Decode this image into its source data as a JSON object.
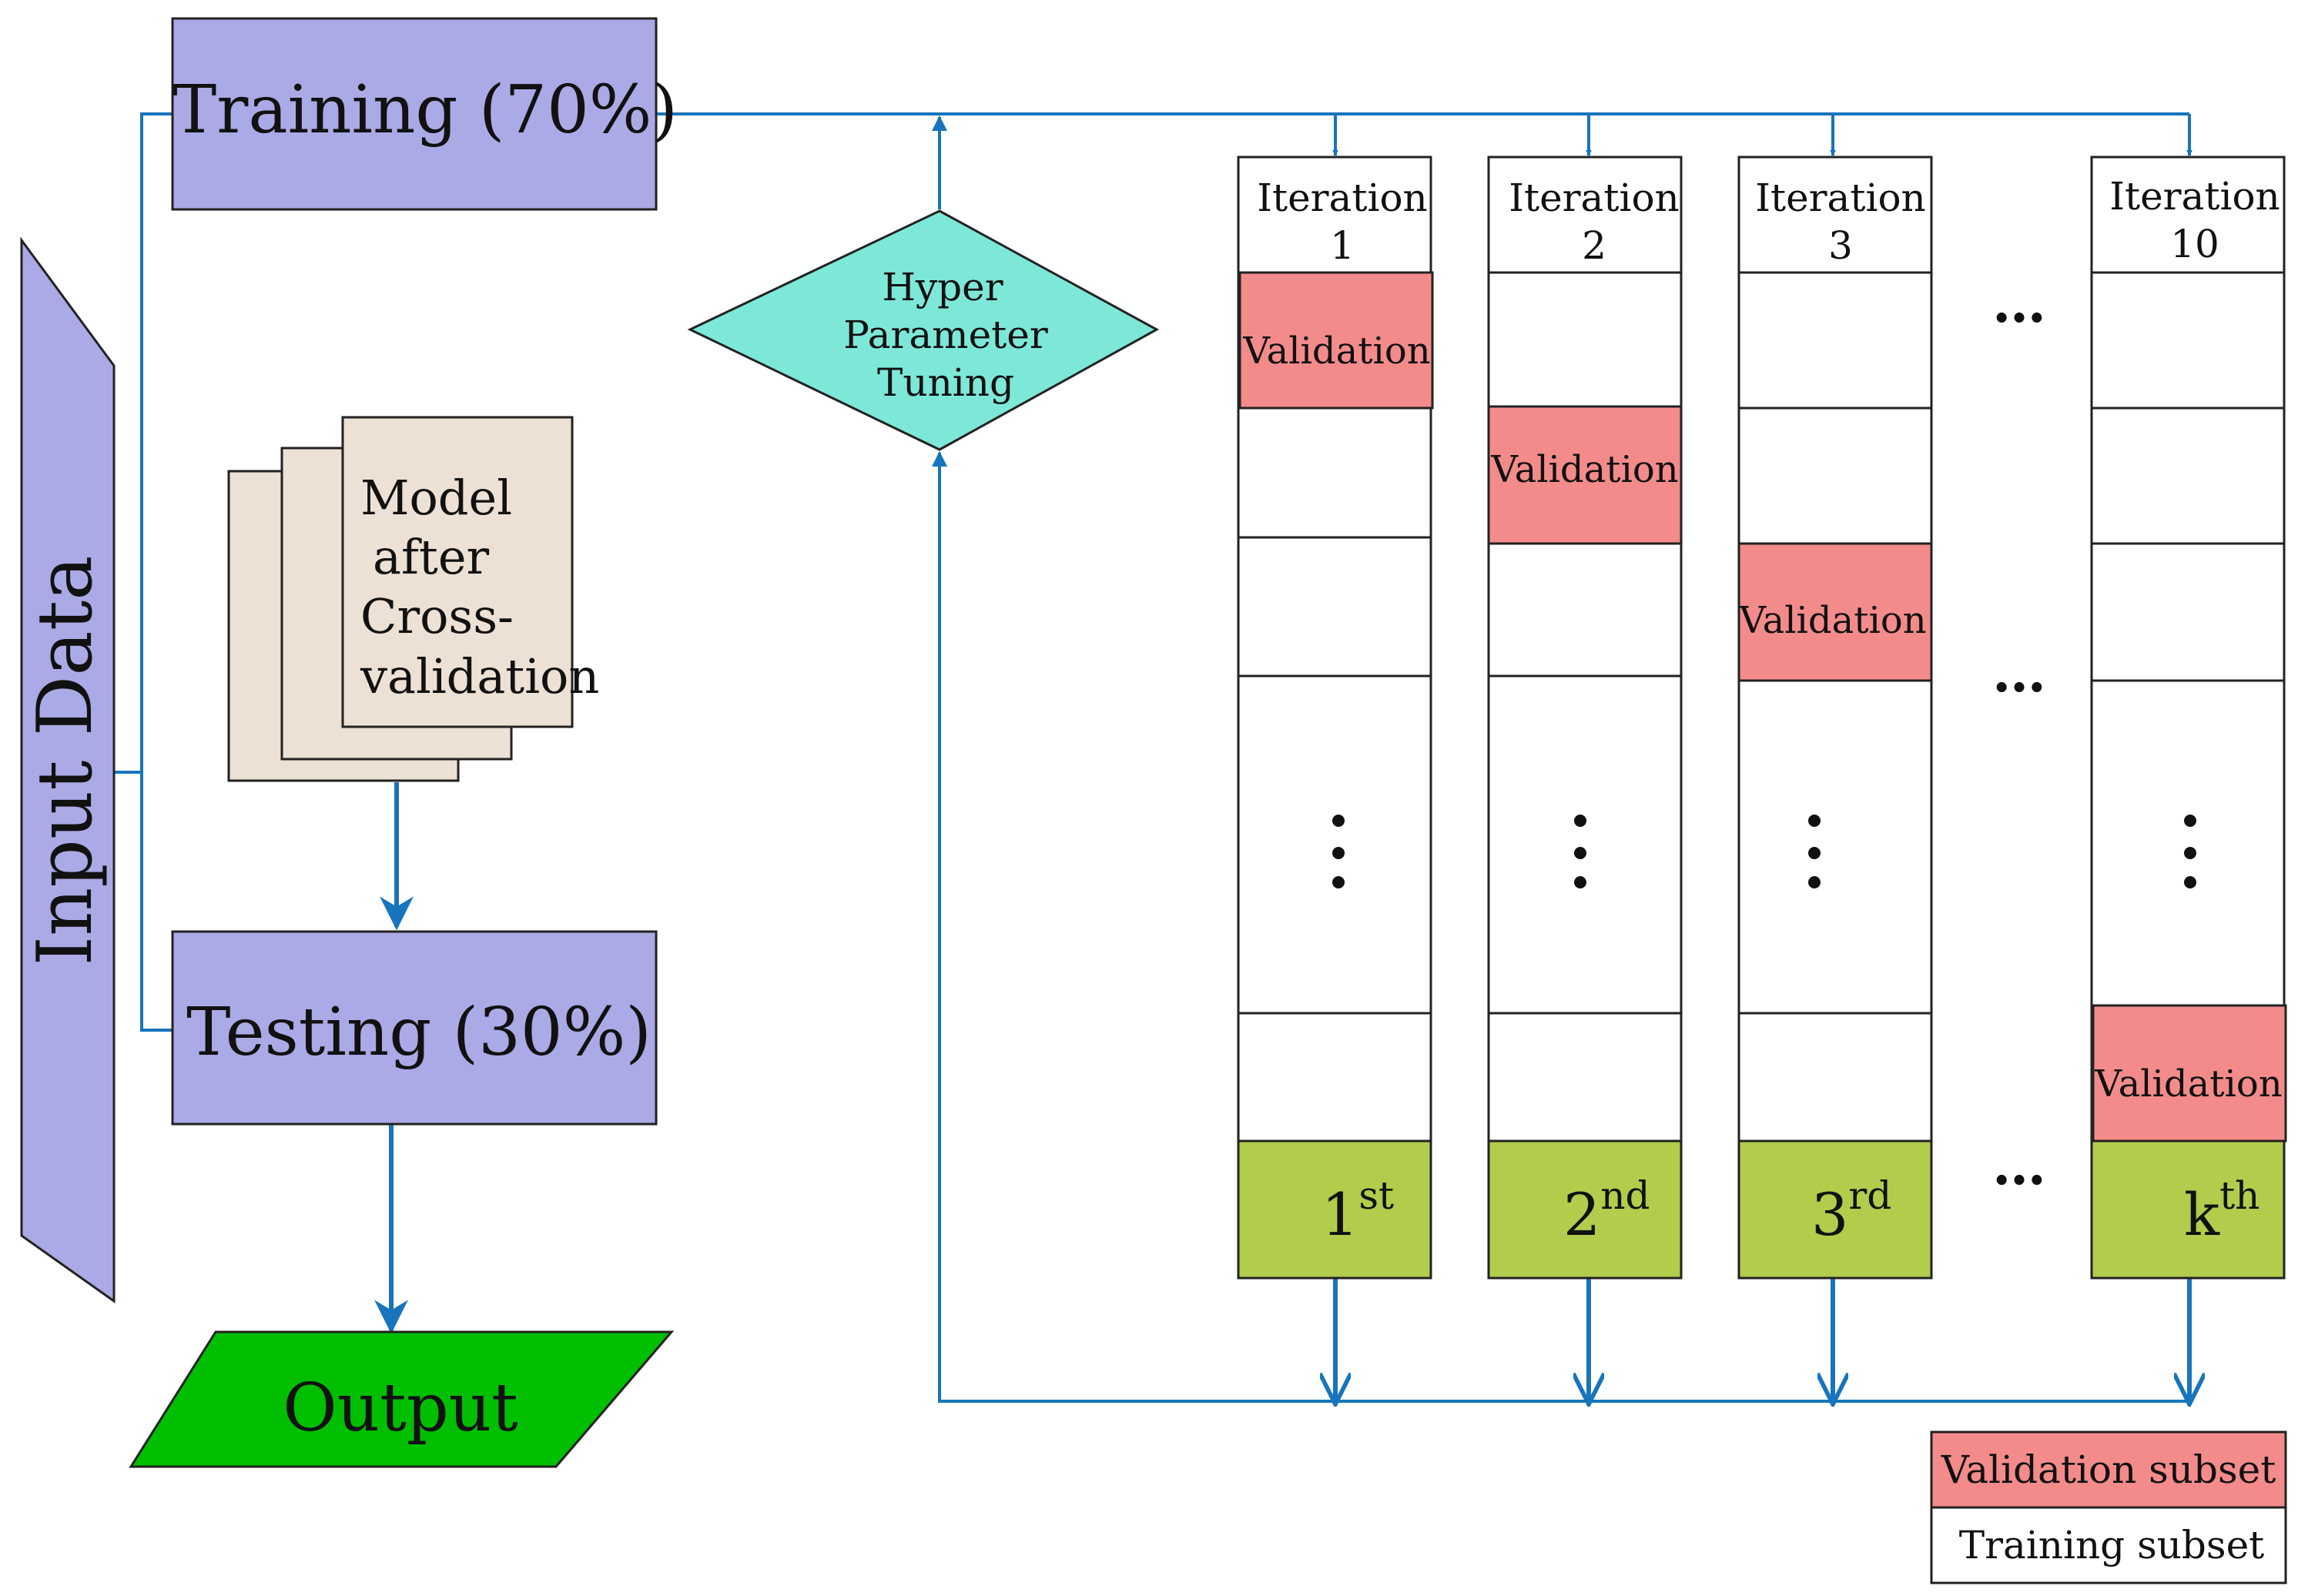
{
  "colors": {
    "data_box": "#aaaae6",
    "model_card": "#ede0d5",
    "output": "#00be00",
    "hyper": "#7de8d8",
    "validation": "#f48b8b",
    "kth_row": "#b1cd4b",
    "line": "#1874bc",
    "stroke": "#222222"
  },
  "input": {
    "label": "Input Data"
  },
  "training": {
    "label": "Training (70%)"
  },
  "testing": {
    "label": "Testing (30%)"
  },
  "model": {
    "lines": [
      "Model",
      "after",
      "Cross-",
      "validation"
    ]
  },
  "output": {
    "label": "Output"
  },
  "hyper": {
    "lines": [
      "Hyper",
      "Parameter",
      "Tuning"
    ]
  },
  "iterations": [
    {
      "title": "Iteration",
      "number": "1",
      "validation_label": "Validation",
      "fold_base": "1",
      "fold_sup": "st"
    },
    {
      "title": "Iteration",
      "number": "2",
      "validation_label": "Validation",
      "fold_base": "2",
      "fold_sup": "nd"
    },
    {
      "title": "Iteration",
      "number": "3",
      "validation_label": "Validation",
      "fold_base": "3",
      "fold_sup": "rd"
    },
    {
      "title": "Iteration",
      "number": "10",
      "validation_label": "Validation",
      "fold_base": "k",
      "fold_sup": "th"
    }
  ],
  "ellipsis_h": "…",
  "legend": {
    "validation": "Validation subset",
    "training": "Training subset"
  }
}
